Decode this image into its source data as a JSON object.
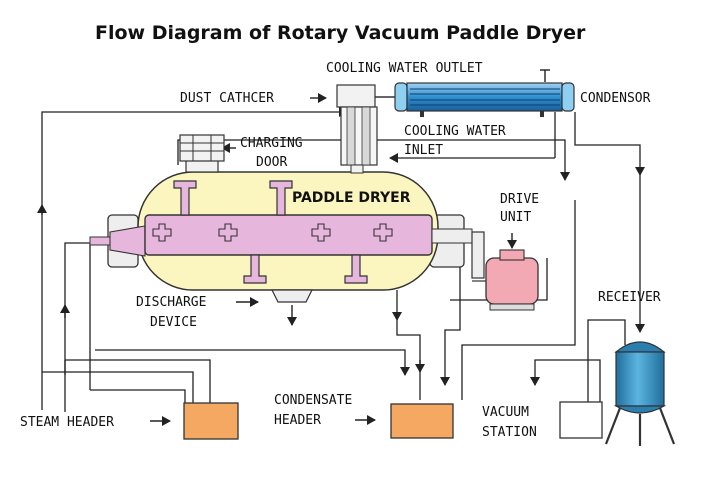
{
  "title": "Flow Diagram of Rotary Vacuum Paddle Dryer",
  "labels": {
    "cooling_water_outlet": "COOLING WATER OUTLET",
    "dust_catcher": "DUST CATHCER",
    "condensor": "CONDENSOR",
    "cooling_water_inlet_1": "COOLING WATER",
    "cooling_water_inlet_2": "INLET",
    "charging_door_1": "CHARGING",
    "charging_door_2": "DOOR",
    "paddle_dryer": "PADDLE DRYER",
    "drive_unit_1": "DRIVE",
    "drive_unit_2": "UNIT",
    "discharge_device_1": "DISCHARGE",
    "discharge_device_2": "DEVICE",
    "receiver": "RECEIVER",
    "steam_header": "STEAM HEADER",
    "condensate_header_1": "CONDENSATE",
    "condensate_header_2": "HEADER",
    "vacuum_station_1": "VACUUM",
    "vacuum_station_2": "STATION"
  },
  "colors": {
    "dryer_shell": "#fbf6bf",
    "shaft": "#e7b6dd",
    "condenser": "#2f8fd0",
    "receiver": "#3d98c8",
    "header_box": "#f4a862",
    "motor": "#f2a9b4",
    "line": "#222222"
  }
}
